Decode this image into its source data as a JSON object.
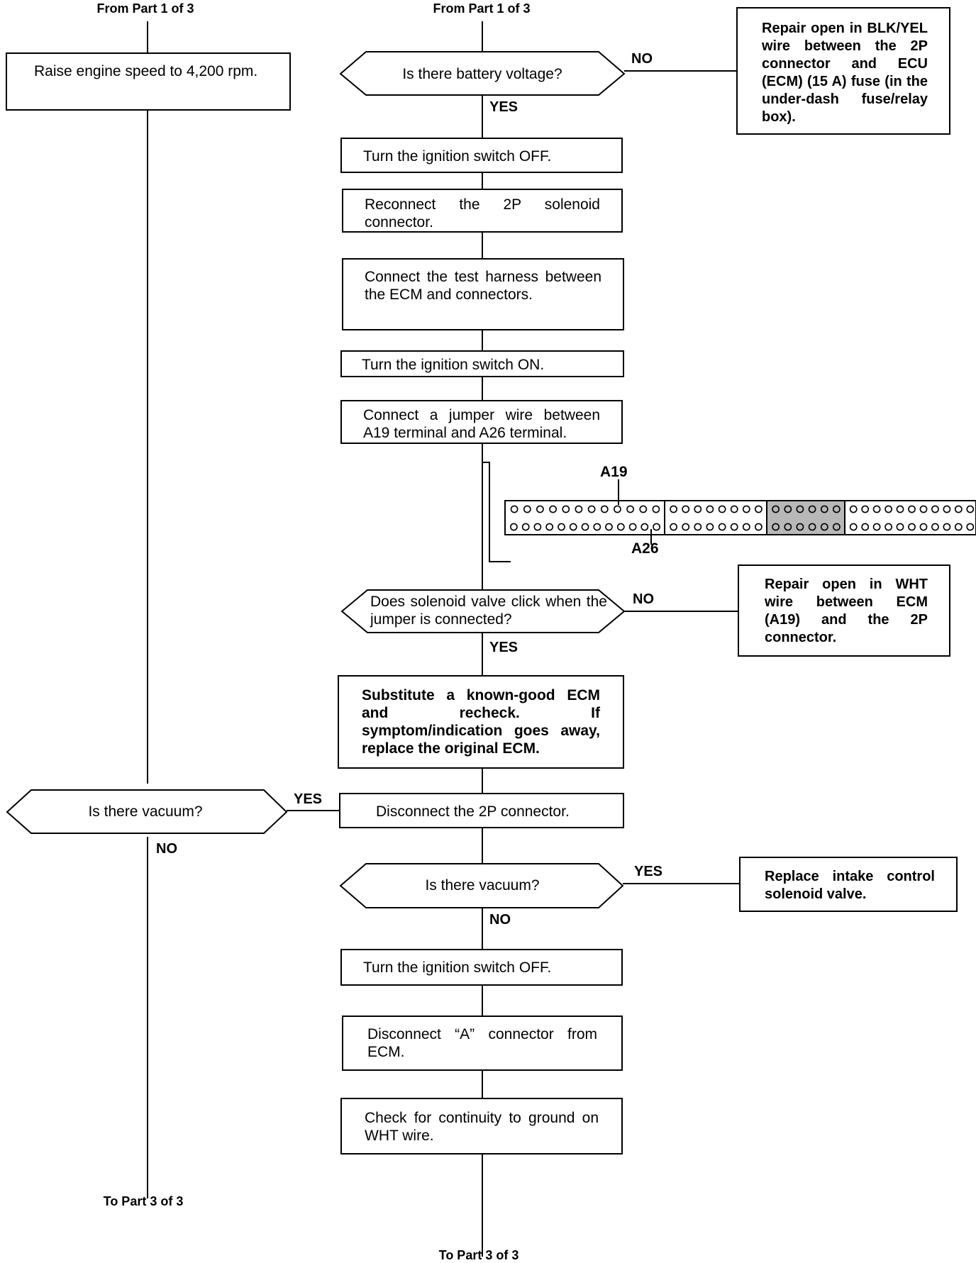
{
  "left_column": {
    "from_label": "From Part 1 of 3",
    "raise_speed": "Raise engine speed to 4,200 rpm.",
    "vacuum_question": "Is there vacuum?",
    "yes": "YES",
    "no": "NO",
    "to_label": "To Part 3 of 3"
  },
  "center_column": {
    "from_label": "From Part 1 of 3",
    "battery_question": "Is there battery voltage?",
    "battery_yes": "YES",
    "battery_no": "NO",
    "step_ignition_off": "Turn the ignition switch OFF.",
    "step_reconnect": "Reconnect the 2P solenoid connector.",
    "step_test_harness": "Connect the test harness between the ECM and connectors.",
    "step_ignition_on": "Turn the ignition switch ON.",
    "step_jumper": "Connect a jumper wire between A19 terminal and A26 terminal.",
    "solenoid_question": "Does solenoid valve click when the jumper is connected?",
    "solenoid_yes": "YES",
    "solenoid_no": "NO",
    "substitute_ecm": "Substitute a known-good ECM and recheck. If symptom/indication goes away, replace the original ECM.",
    "step_disconnect_2p": "Disconnect the 2P connector.",
    "vacuum_question": "Is there vacuum?",
    "vacuum_yes": "YES",
    "vacuum_no": "NO",
    "step_ignition_off_2": "Turn the ignition switch OFF.",
    "step_disconnect_a": "Disconnect “A” connector from ECM.",
    "step_continuity": "Check for continuity to ground on WHT wire.",
    "to_label": "To Part 3 of 3"
  },
  "right_column": {
    "repair_blk_yel": "Repair open in BLK/YEL wire between the 2P connector and ECU (ECM) (15 A) fuse (in the under-dash fuse/relay box).",
    "repair_wht": "Repair open in WHT wire between ECM (A19) and the 2P connector.",
    "replace_solenoid": "Replace intake control solenoid valve."
  },
  "connector": {
    "pin_top": "A19",
    "pin_bottom": "A26",
    "row_top": [
      "oooooooooooo",
      "oooooooo",
      "oooooo",
      "ooooooooooo"
    ],
    "row_bottom": [
      "ooooooooooooo",
      "oooooooo",
      "oooooo",
      "ooooooooooo"
    ]
  }
}
